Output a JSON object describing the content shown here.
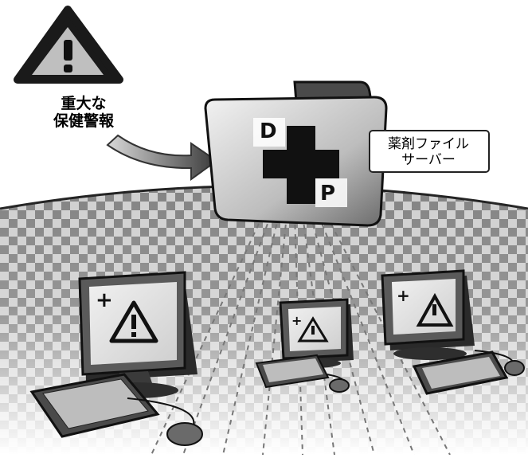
{
  "warning": {
    "line1": "重大な",
    "line2": "保健警報"
  },
  "server": {
    "line1": "薬剤ファイル",
    "line2": "サーバー",
    "logo_letters": [
      "D",
      "P"
    ]
  },
  "icons": {
    "main_warning": "warning-triangle-icon",
    "arrow": "curved-arrow-icon",
    "folder": "folder-icon",
    "computers": [
      "computer-icon",
      "computer-icon",
      "computer-icon"
    ]
  },
  "colors": {
    "ink": "#111111",
    "gray": "#9a9a9a",
    "light": "#e6e6e6"
  }
}
